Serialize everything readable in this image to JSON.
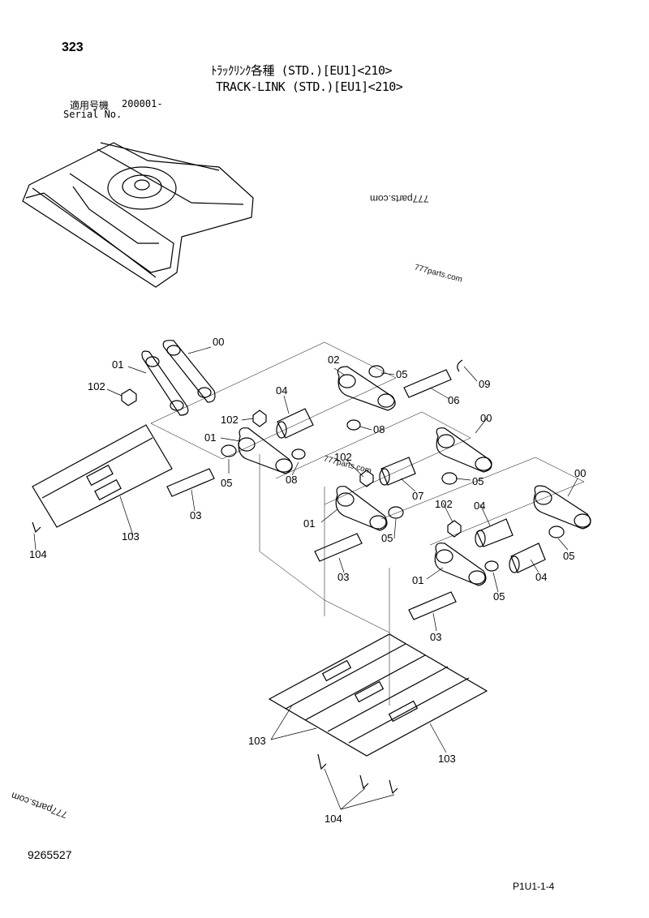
{
  "page": {
    "number": "323",
    "title_jp": "ﾄﾗｯｸﾘﾝｸ各種 (STD.)[EU1]<210>",
    "title_en": "TRACK-LINK (STD.)[EU1]<210>",
    "serial_label_jp": "適用号機",
    "serial_label_en": "Serial No.",
    "serial_value": "200001-",
    "doc_number": "9265527",
    "page_code": "P1U1-1-4"
  },
  "watermarks": [
    "777parts.com",
    "777parts.com",
    "777parts.com",
    "777parts.com"
  ],
  "callouts": [
    "00",
    "01",
    "102",
    "02",
    "05",
    "09",
    "06",
    "04",
    "102",
    "08",
    "01",
    "05",
    "08",
    "102",
    "07",
    "00",
    "05",
    "03",
    "103",
    "104",
    "01",
    "05",
    "102",
    "04",
    "00",
    "05",
    "03",
    "01",
    "04",
    "05",
    "03",
    "103",
    "103",
    "104"
  ]
}
